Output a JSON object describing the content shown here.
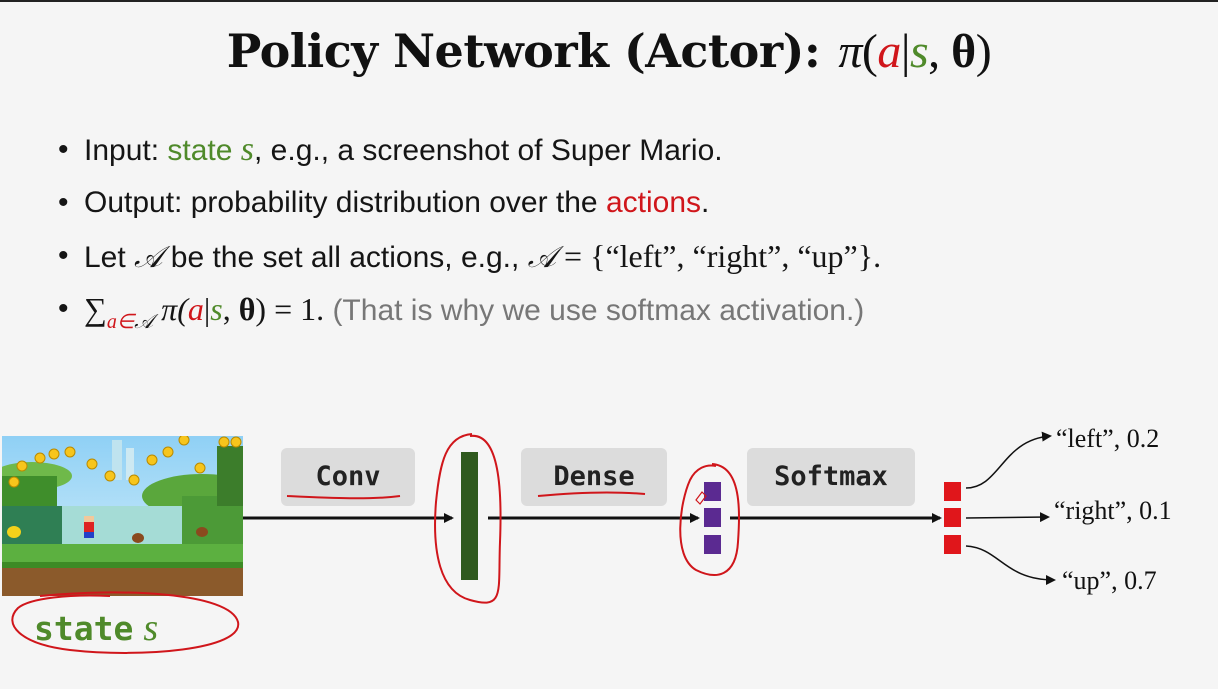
{
  "title": {
    "text": "Policy Network (Actor):",
    "math_pi": "π",
    "math_open": "(",
    "math_a": "a",
    "math_bar": "|",
    "math_s": "s",
    "math_comma": ", ",
    "math_theta": "θ",
    "math_close": ")"
  },
  "bullets": {
    "b1": {
      "prefix": "Input: ",
      "state_word": "state ",
      "state_symbol": "s",
      "suffix": ", e.g., a screenshot of Super Mario."
    },
    "b2": {
      "prefix": "Output: probability distribution over the ",
      "actions_word": "actions",
      "suffix": "."
    },
    "b3": {
      "prefix": "Let ",
      "set_symbol": "𝒜",
      "middle": " be the set all actions, e.g., ",
      "set_symbol2": "𝒜",
      "equals_set": " = {“left”, “right”, “up”}."
    },
    "b4": {
      "sum_symbol": "∑",
      "sum_sub_a": "a∈",
      "sum_sub_set": "𝒜",
      "pi": " π(",
      "a": "a",
      "bar": "|",
      "s": "s",
      "comma_theta_start": ", ",
      "theta": "θ",
      "equals_one": ") = 1.",
      "note": " (That is why we use softmax activation.)"
    },
    "dot": "•"
  },
  "diagram": {
    "input_label_word": "state",
    "input_label_symbol": "s",
    "layer_conv": "Conv",
    "layer_dense": "Dense",
    "layer_softmax": "Softmax",
    "outputs": [
      {
        "label": "“left”, 0.2",
        "probability": 0.2
      },
      {
        "label": "“right”, 0.1",
        "probability": 0.1
      },
      {
        "label": "“up”, 0.7",
        "probability": 0.7
      }
    ]
  },
  "colors": {
    "state_green": "#4f8a2a",
    "action_red": "#d0161b",
    "conv_vector": "#2f5a1e",
    "dense_vector": "#5b2a91",
    "softmax_vector": "#e0161b",
    "annotation_red": "#d0161b",
    "note_gray": "#777777"
  },
  "icons": {
    "input_image": "super-mario-screenshot"
  }
}
